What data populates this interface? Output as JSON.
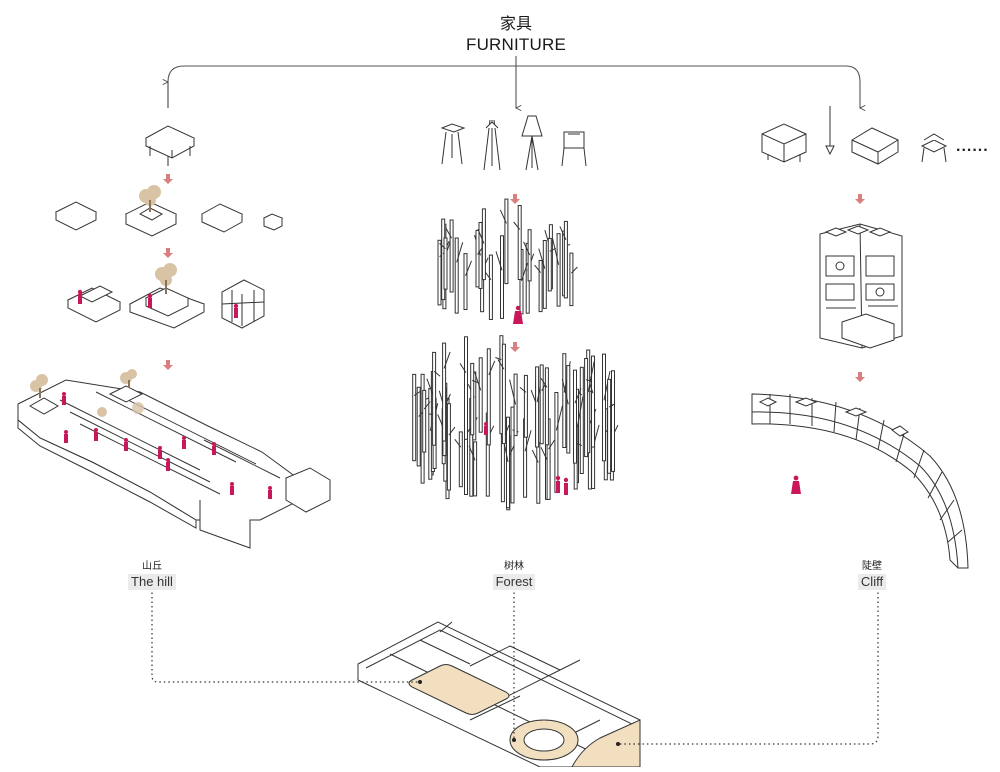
{
  "title": {
    "zh": "家具",
    "en": "FURNITURE"
  },
  "ellipsis": "......",
  "zones": [
    {
      "zh": "山丘",
      "en": "The hill"
    },
    {
      "zh": "树林",
      "en": "Forest"
    },
    {
      "zh": "陡壁",
      "en": "Cliff"
    }
  ],
  "colors": {
    "accent": "#c8175a",
    "tree": "#d8c3a5",
    "highlight": "#f1dfbf",
    "line": "#444444",
    "label_bg": "#ebebeb"
  }
}
